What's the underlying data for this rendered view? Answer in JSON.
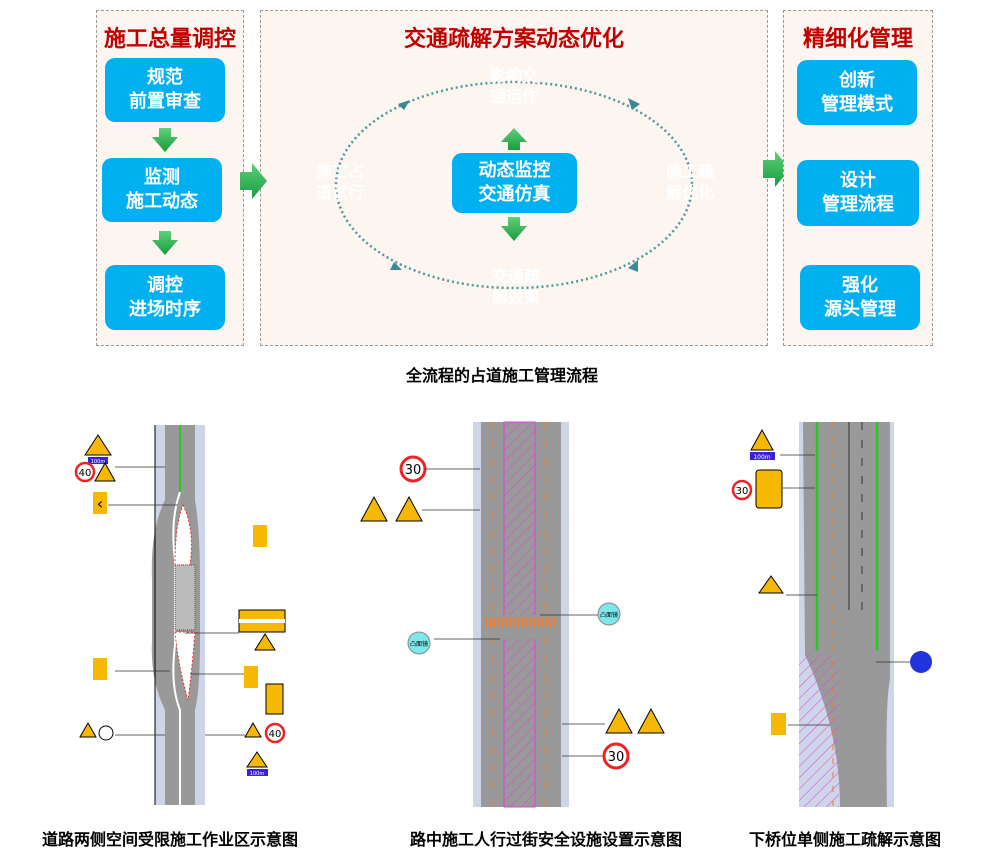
{
  "flow": {
    "panel1": {
      "title": "施工总量调控",
      "steps": [
        "规范\n前置审查",
        "监测\n施工动态",
        "调控\n进场时序"
      ]
    },
    "panel2": {
      "title": "交通疏解方案动态优化",
      "top": "影响交\n通运作",
      "left": "施工占\n道试行",
      "right": "施工疏\n解优化",
      "bottom": "交通疏\n解效果",
      "center": "动态监控\n交通仿真"
    },
    "panel3": {
      "title": "精细化管理",
      "steps": [
        "创新\n管理模式",
        "设计\n管理流程",
        "强化\n源头管理"
      ]
    },
    "caption": "全流程的占道施工管理流程"
  },
  "diagrams": {
    "left": {
      "caption": "道路两侧空间受限施工作业区示意图",
      "speed": "40",
      "distance": "100m"
    },
    "middle": {
      "caption": "路中施工人行过街安全设施设置示意图",
      "speed": "30",
      "mirror": "凸面镜"
    },
    "right": {
      "caption": "下桥位单侧施工疏解示意图",
      "speed": "30",
      "distance": "100m"
    }
  },
  "colors": {
    "title": "#c00000",
    "box": "#00b0f0",
    "orange": "#ed7d31",
    "purple": "#7470cf",
    "arrow": "#22b04a",
    "road": "#999999",
    "shoulder": "#cfd5e8"
  }
}
